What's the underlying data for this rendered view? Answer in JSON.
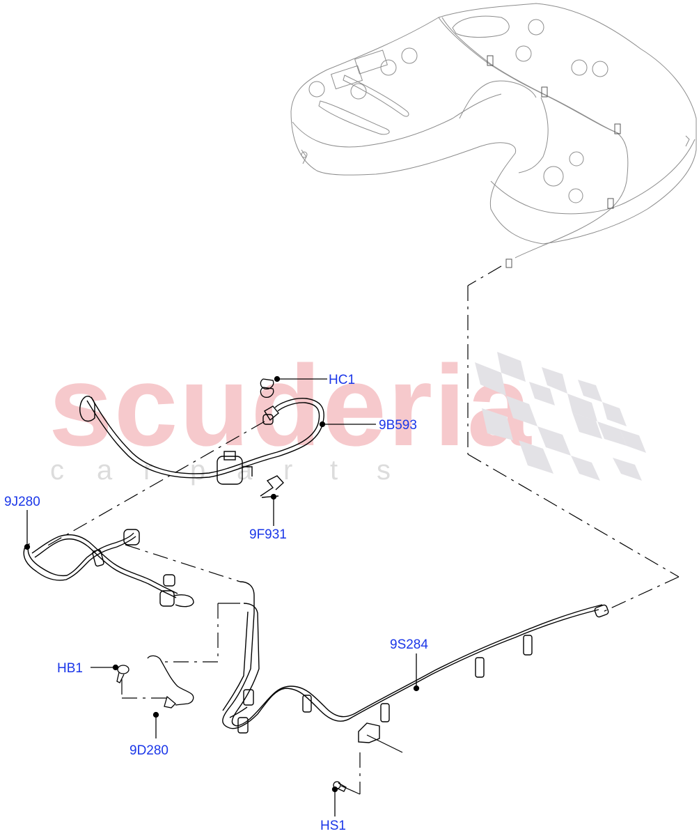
{
  "diagram": {
    "title": "Fuel tank and fuel lines exploded parts diagram",
    "watermark": {
      "brand": "scuderia",
      "sub_letters": [
        "c",
        "a",
        "r",
        "p",
        "a",
        "r",
        "t",
        "s"
      ],
      "brand_color": "#f6c9cc",
      "sub_color": "#dcdcdc"
    },
    "label_color": "#1a36e8",
    "line_color": "#000000",
    "tank_outline_color": "#9a9a9a",
    "callouts": [
      {
        "id": "HC1",
        "label": "HC1"
      },
      {
        "id": "9B593",
        "label": "9B593"
      },
      {
        "id": "9J280",
        "label": "9J280"
      },
      {
        "id": "9F931",
        "label": "9F931"
      },
      {
        "id": "HB1",
        "label": "HB1"
      },
      {
        "id": "9D280",
        "label": "9D280"
      },
      {
        "id": "9S284",
        "label": "9S284"
      },
      {
        "id": "HS1",
        "label": "HS1"
      }
    ],
    "components": [
      {
        "name": "fuel-tank",
        "style": "ghosted outline"
      },
      {
        "name": "vapour-hose-canister-assembly",
        "callout": "9B593"
      },
      {
        "name": "hose-clamp",
        "callout": "HC1"
      },
      {
        "name": "canister-bracket",
        "callout": "9F931"
      },
      {
        "name": "fuel-return-hose",
        "callout": "9J280"
      },
      {
        "name": "hose-bracket-bolt",
        "callout": "HB1"
      },
      {
        "name": "fuel-damper-hose",
        "callout": "9D280"
      },
      {
        "name": "fuel-feed-pipe-assembly",
        "callout": "9S284"
      },
      {
        "name": "hex-screw",
        "callout": "HS1"
      }
    ]
  }
}
